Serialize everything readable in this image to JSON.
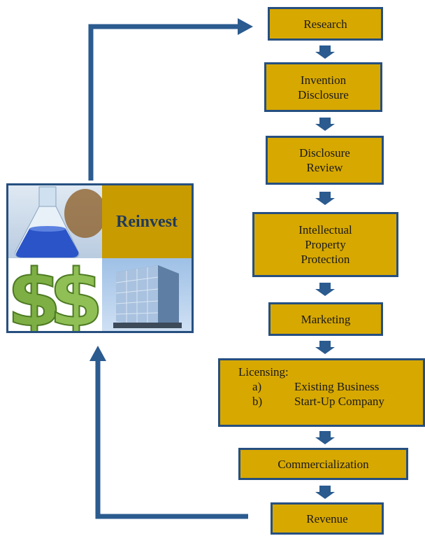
{
  "steps": [
    {
      "id": "research",
      "lines": [
        "Research"
      ]
    },
    {
      "id": "invention-disclosure",
      "lines": [
        "Invention",
        "Disclosure"
      ]
    },
    {
      "id": "disclosure-review",
      "lines": [
        "Disclosure",
        "Review"
      ]
    },
    {
      "id": "ip-protection",
      "lines": [
        "Intellectual",
        "Property",
        "Protection"
      ]
    },
    {
      "id": "marketing",
      "lines": [
        "Marketing"
      ]
    },
    {
      "id": "licensing",
      "title": "Licensing:",
      "items": [
        {
          "letter": "a)",
          "text": "Existing Business"
        },
        {
          "letter": "b)",
          "text": "Start-Up Company"
        }
      ]
    },
    {
      "id": "commercialization",
      "lines": [
        "Commercialization"
      ]
    },
    {
      "id": "revenue",
      "lines": [
        "Revenue"
      ]
    }
  ],
  "panel": {
    "label": "Reinvest",
    "images": [
      "flask-image",
      "dollar-signs-image",
      "building-image"
    ]
  },
  "colors": {
    "box_fill": "#d7a800",
    "box_border": "#264f80",
    "arrow": "#2b5b8f",
    "reinvest_fill": "#c89b00"
  }
}
